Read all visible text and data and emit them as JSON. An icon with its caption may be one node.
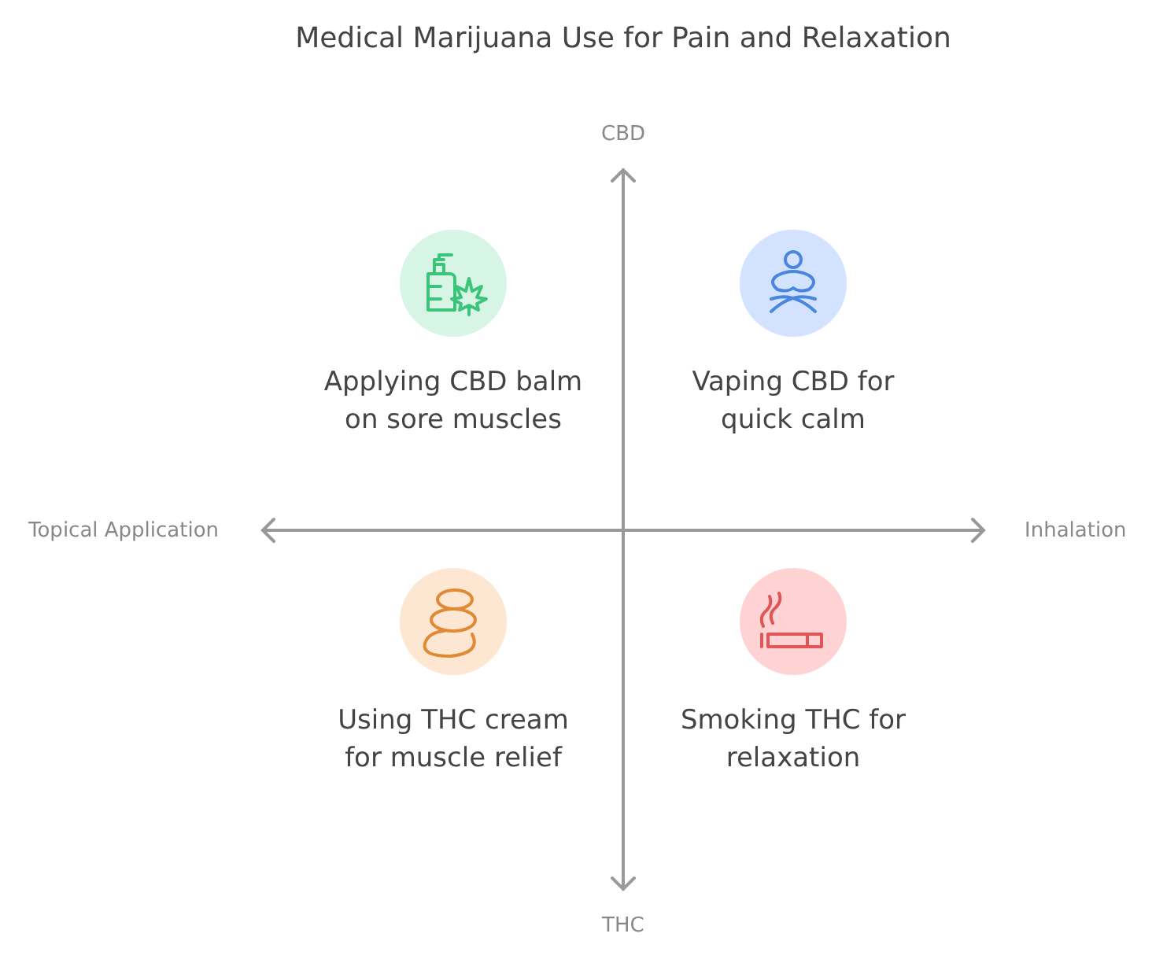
{
  "diagram": {
    "title": "Medical Marijuana Use for Pain and Relaxation",
    "nodes": [
      {
        "text": [
          "Applying CBD balm on sore muscles"
        ]
      },
      {
        "text": [
          "Vaping CBD for quick calm"
        ]
      },
      {
        "text": [
          "Using THC cream for muscle relief"
        ]
      },
      {
        "text": [
          "Smoking THC for relaxation"
        ]
      }
    ],
    "labels": [
      "CBD",
      "Topical Application",
      "Inhalation",
      "THC"
    ]
  }
}
